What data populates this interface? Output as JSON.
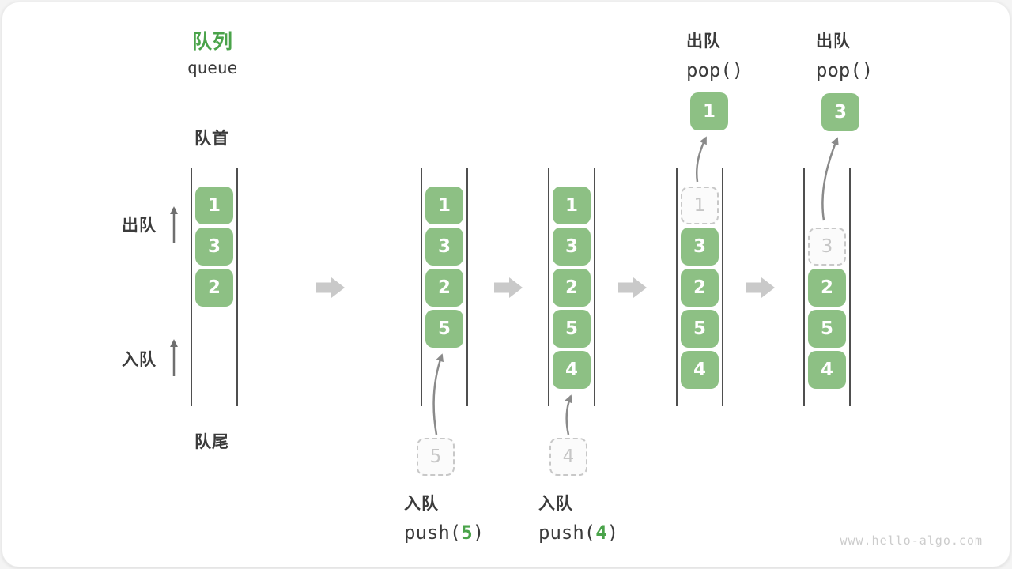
{
  "title": {
    "zh": "队列",
    "en": "queue"
  },
  "side_labels": {
    "front": "队首",
    "rear": "队尾",
    "dequeue": "出队",
    "enqueue": "入队"
  },
  "watermark": "www.hello-algo.com",
  "colors": {
    "item_green": "#8dc084",
    "accent_green": "#4aa34a",
    "text_dark": "#3b3b3b",
    "ghost_gray": "#c8c8c8",
    "wall_gray": "#4f4f4f",
    "thin_arrow_gray": "#8a8a8a",
    "block_arrow_gray": "#c9c9c9",
    "watermark_gray": "#cccccc"
  },
  "states": [
    {
      "cells": [
        {
          "slot": 0,
          "value": "1",
          "ghost": false
        },
        {
          "slot": 1,
          "value": "3",
          "ghost": false
        },
        {
          "slot": 2,
          "value": "2",
          "ghost": false
        }
      ],
      "operation": null
    },
    {
      "cells": [
        {
          "slot": 0,
          "value": "1",
          "ghost": false
        },
        {
          "slot": 1,
          "value": "3",
          "ghost": false
        },
        {
          "slot": 2,
          "value": "2",
          "ghost": false
        },
        {
          "slot": 3,
          "value": "5",
          "ghost": false
        }
      ],
      "operation": {
        "kind": "push",
        "label": "入队",
        "code_prefix": "push(",
        "arg": "5",
        "code_suffix": ")",
        "staged_value": "5"
      }
    },
    {
      "cells": [
        {
          "slot": 0,
          "value": "1",
          "ghost": false
        },
        {
          "slot": 1,
          "value": "3",
          "ghost": false
        },
        {
          "slot": 2,
          "value": "2",
          "ghost": false
        },
        {
          "slot": 3,
          "value": "5",
          "ghost": false
        },
        {
          "slot": 4,
          "value": "4",
          "ghost": false
        }
      ],
      "operation": {
        "kind": "push",
        "label": "入队",
        "code_prefix": "push(",
        "arg": "4",
        "code_suffix": ")",
        "staged_value": "4"
      }
    },
    {
      "cells": [
        {
          "slot": 0,
          "value": "1",
          "ghost": true
        },
        {
          "slot": 1,
          "value": "3",
          "ghost": false
        },
        {
          "slot": 2,
          "value": "2",
          "ghost": false
        },
        {
          "slot": 3,
          "value": "5",
          "ghost": false
        },
        {
          "slot": 4,
          "value": "4",
          "ghost": false
        }
      ],
      "operation": {
        "kind": "pop",
        "label": "出队",
        "code": "pop()",
        "popped_value": "1"
      }
    },
    {
      "cells": [
        {
          "slot": 1,
          "value": "3",
          "ghost": true
        },
        {
          "slot": 2,
          "value": "2",
          "ghost": false
        },
        {
          "slot": 3,
          "value": "5",
          "ghost": false
        },
        {
          "slot": 4,
          "value": "4",
          "ghost": false
        }
      ],
      "operation": {
        "kind": "pop",
        "label": "出队",
        "code": "pop()",
        "popped_value": "3"
      }
    }
  ]
}
